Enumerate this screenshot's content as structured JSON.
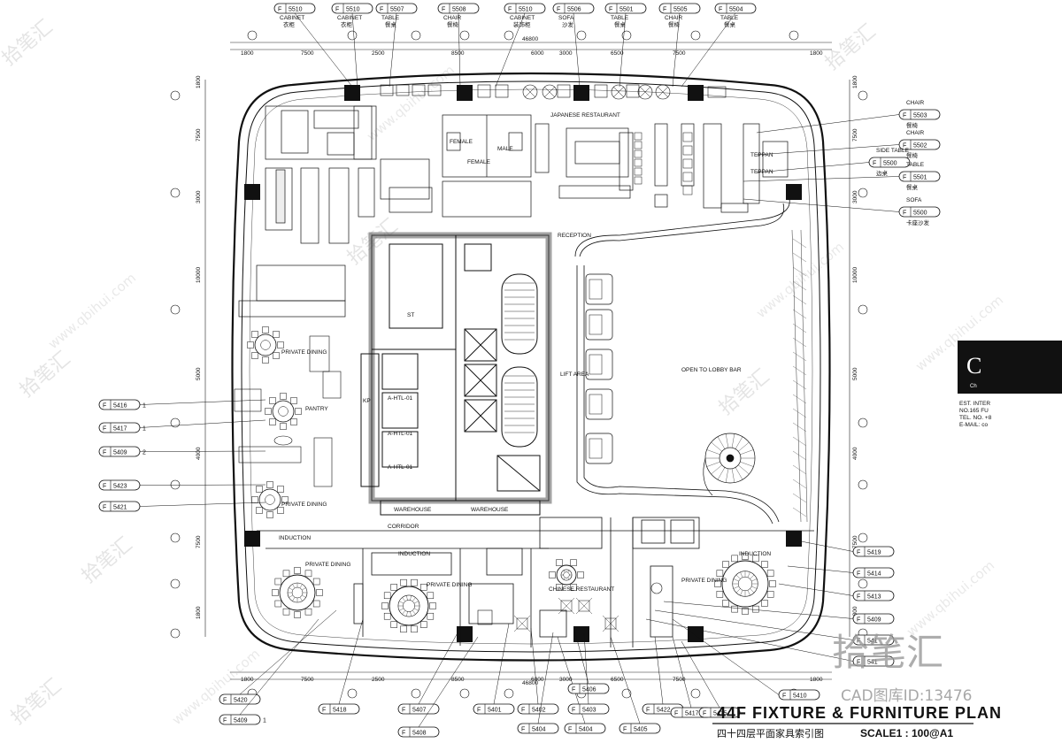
{
  "title": {
    "en": "44F FIXTURE & FURNITURE PLAN",
    "cn": "四十四层平面家具索引图",
    "scale": "SCALE1 : 100@A1"
  },
  "watermark": {
    "brand": "拾笔汇",
    "site": "www.qbihui.com",
    "id_line": "CAD图库ID:13476"
  },
  "top_tags": [
    {
      "code": "F",
      "num": "5510",
      "en": "CABINET",
      "cn": "衣柜"
    },
    {
      "code": "F",
      "num": "5510",
      "en": "CABINET",
      "cn": "衣柜"
    },
    {
      "code": "F",
      "num": "5507",
      "en": "TABLE",
      "cn": "餐桌"
    },
    {
      "code": "F",
      "num": "5508",
      "en": "CHAIR",
      "cn": "餐椅"
    },
    {
      "code": "F",
      "num": "5510",
      "en": "CABINET",
      "cn": "装饰柜"
    },
    {
      "code": "F",
      "num": "5506",
      "en": "SOFA",
      "cn": "沙发"
    },
    {
      "code": "F",
      "num": "5501",
      "en": "TABLE",
      "cn": "餐桌"
    },
    {
      "code": "F",
      "num": "5505",
      "en": "CHAIR",
      "cn": "餐椅"
    },
    {
      "code": "F",
      "num": "5504",
      "en": "TABLE",
      "cn": "餐桌"
    }
  ],
  "right_tags": [
    {
      "code": "F",
      "num": "5503",
      "en": "CHAIR",
      "cn": "餐椅"
    },
    {
      "code": "F",
      "num": "5502",
      "en": "CHAIR",
      "cn": "餐椅"
    },
    {
      "code": "F",
      "num": "5500",
      "en": "SIDE TABLE",
      "cn": "边桌"
    },
    {
      "code": "F",
      "num": "5501",
      "en": "TABLE",
      "cn": "餐桌"
    },
    {
      "code": "F",
      "num": "5500",
      "en": "SOFA",
      "cn": "卡座沙发"
    },
    {
      "code": "F",
      "num": "5419",
      "en": "",
      "cn": ""
    },
    {
      "code": "F",
      "num": "5414",
      "en": "",
      "cn": ""
    },
    {
      "code": "F",
      "num": "5413",
      "en": "",
      "cn": ""
    },
    {
      "code": "F",
      "num": "5409",
      "en": "",
      "cn": ""
    },
    {
      "code": "F",
      "num": "541",
      "en": "",
      "cn": ""
    },
    {
      "code": "F",
      "num": "541",
      "en": "",
      "cn": ""
    },
    {
      "code": "F",
      "num": "5410",
      "en": "",
      "cn": ""
    }
  ],
  "left_tags": [
    {
      "code": "F",
      "num": "5416",
      "suffix": "1"
    },
    {
      "code": "F",
      "num": "5417",
      "suffix": "1"
    },
    {
      "code": "F",
      "num": "5409",
      "suffix": "2"
    },
    {
      "code": "F",
      "num": "5423",
      "suffix": ""
    },
    {
      "code": "F",
      "num": "5421",
      "suffix": ""
    }
  ],
  "bottom_tags": [
    {
      "code": "F",
      "num": "5420"
    },
    {
      "code": "F",
      "num": "5409",
      "suffix": "1"
    },
    {
      "code": "F",
      "num": "5418"
    },
    {
      "code": "F",
      "num": "5407"
    },
    {
      "code": "F",
      "num": "5408"
    },
    {
      "code": "F",
      "num": "5401"
    },
    {
      "code": "F",
      "num": "5402"
    },
    {
      "code": "F",
      "num": "5404"
    },
    {
      "code": "F",
      "num": "5404"
    },
    {
      "code": "F",
      "num": "5406"
    },
    {
      "code": "F",
      "num": "5403"
    },
    {
      "code": "F",
      "num": "5405"
    },
    {
      "code": "F",
      "num": "5422"
    },
    {
      "code": "F",
      "num": "5417"
    },
    {
      "code": "F",
      "num": "5415"
    }
  ],
  "dimensions_top": [
    "1800",
    "7500",
    "2500",
    "8500",
    "6000",
    "3000",
    "6500",
    "7500",
    "1800"
  ],
  "dimensions_total": "46800",
  "dimensions_left": [
    "1800",
    "7500",
    "3000",
    "10000",
    "5000",
    "4000",
    "7500",
    "1800"
  ],
  "room_labels": {
    "japanese_restaurant": "JAPANESE RESTAURANT",
    "reception": "RECEPTION",
    "lift_area": "LIFT AREA",
    "open_to_lobby_bar": "OPEN TO LOBBY BAR",
    "private_dining": "PRIVATE DINING",
    "pantry": "PANTRY",
    "corridor": "CORRIDOR",
    "warehouse": "WAREHOUSE",
    "induction": "INDUCTION",
    "female": "FEMALE",
    "male": "MALE",
    "teppan": "TEPPAN",
    "teppan_2": "TEPPAN",
    "chinese_restaurant": "CHINESE RESTAURANT",
    "service_lift": "A-HTL-01",
    "kp": "KP",
    "st": "ST"
  },
  "right_panel": {
    "letter": "C",
    "line1": "Ch",
    "addr1": "EST. INTER",
    "addr2": "NO.165 FU",
    "addr3": "TEL. NO. +8",
    "addr4": "E-MAIL: co"
  }
}
